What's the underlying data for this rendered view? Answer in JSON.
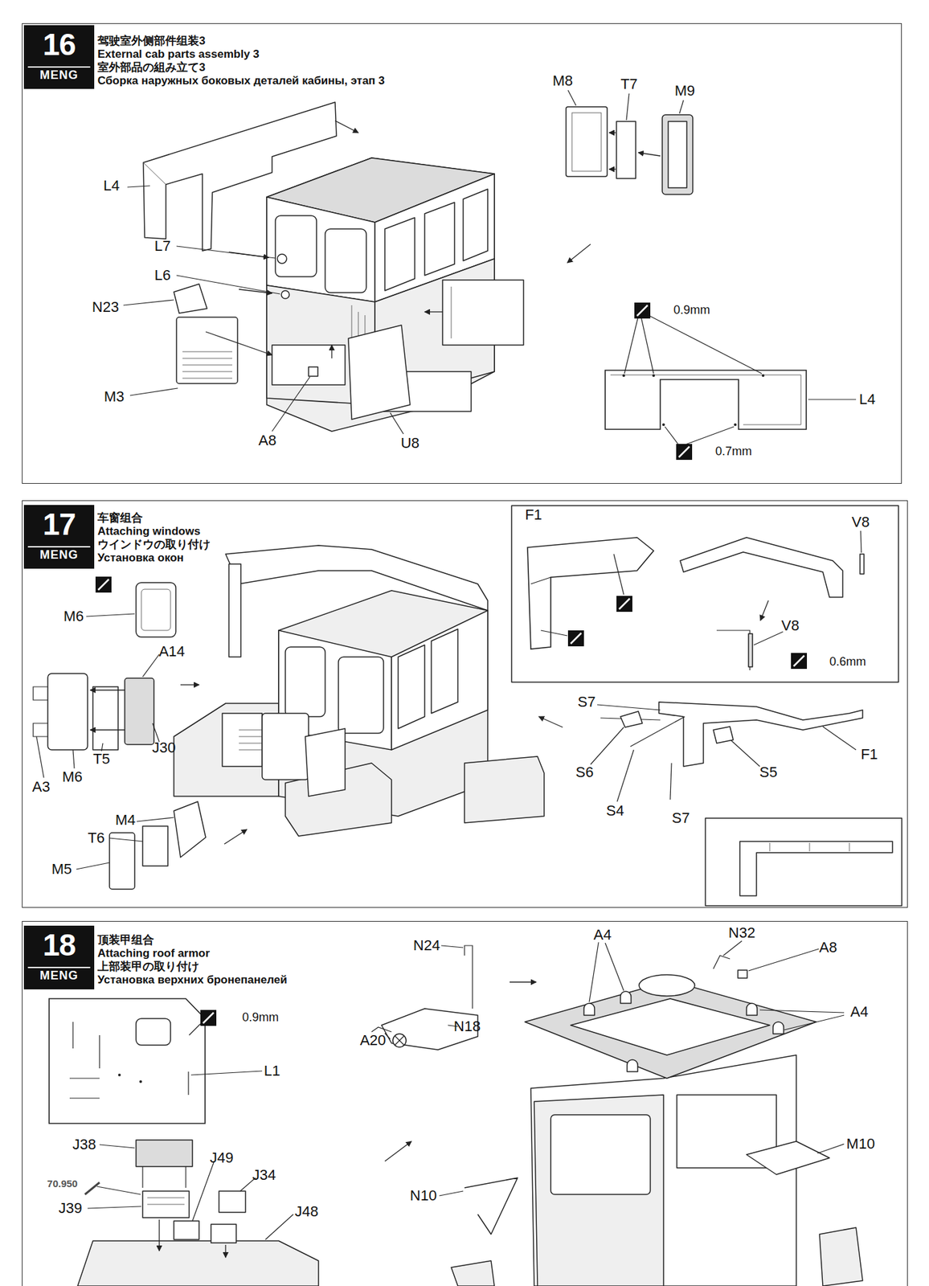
{
  "diagram": {
    "nodes": [
      {
        "text": [
          "驾驶室外侧部件组装3",
          "External cab parts assembly 3",
          "室外部品の組み立て3",
          "Сборка наружных боковых деталей кабины, этап 3"
        ]
      },
      {
        "text": [
          "16",
          "MENG"
        ],
        "in": 0
      },
      {
        "text": [
          "车窗组合",
          "Attaching windows",
          "ウインドウの取り付け",
          "Установка окон"
        ]
      },
      {
        "text": [
          "17",
          "MENG"
        ],
        "in": 2
      },
      {
        "text": [
          "顶装甲组合",
          "Attaching roof armor",
          "上部装甲の取り付け",
          "Установка верхних бронепанелей"
        ]
      },
      {
        "text": [
          "18",
          "MENG"
        ],
        "in": 4
      }
    ],
    "labels": [
      "L4",
      "L7",
      "L6",
      "N23",
      "M3",
      "A8",
      "U8",
      "M8",
      "T7",
      "M9",
      "0.9mm",
      "L4",
      "0.7mm",
      "M6",
      "A14",
      "J30",
      "T5",
      "M6",
      "A3",
      "M4",
      "T6",
      "M5",
      "F1",
      "V8",
      "V8",
      "0.6mm",
      "S7",
      "S6",
      "S4",
      "S7",
      "S5",
      "F1",
      "0.9mm",
      "L1",
      "J38",
      "J49",
      "J34",
      "70.950",
      "J39",
      "J48",
      "N24",
      "A20",
      "N18",
      "A4",
      "N32",
      "A8",
      "A4",
      "M10",
      "N10"
    ]
  }
}
